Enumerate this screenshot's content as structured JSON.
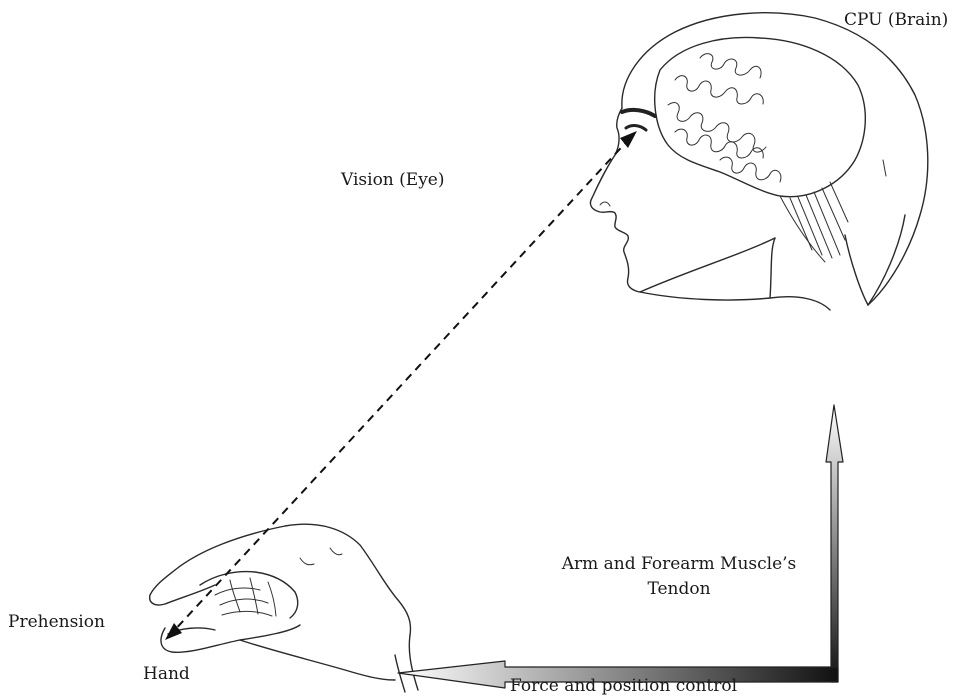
{
  "labels": {
    "cpu": "CPU (Brain)",
    "vision": "Vision (Eye)",
    "tendon_line1": "Arm and Forearm Muscle’s",
    "tendon_line2": "Tendon",
    "prehension": "Prehension",
    "hand": "Hand",
    "force": "Force and position control"
  },
  "colors": {
    "ink": "#2a2a2a",
    "arrow_dark": "#111111",
    "arrow_light": "#ffffff",
    "background": "#ffffff"
  },
  "icons": {
    "head": "head-with-brain-sketch",
    "hand": "hand-sketch"
  }
}
